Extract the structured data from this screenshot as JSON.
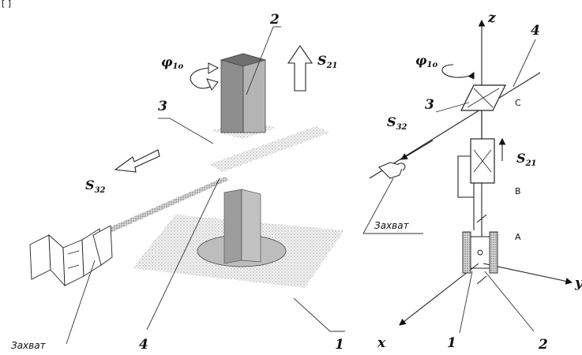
{
  "left_view": {
    "labels": {
      "one": "1",
      "two": "2",
      "three": "3",
      "four": "4",
      "phi": "φ",
      "phi_sub": "1о",
      "s21": "S",
      "s21_sub": "21",
      "s32": "S",
      "s32_sub": "32",
      "gripper": "Захват"
    }
  },
  "right_view": {
    "labels": {
      "axis_z": "z",
      "axis_x": "x",
      "axis_y": "у",
      "phi": "φ",
      "phi_sub": "1о",
      "s21": "S",
      "s21_sub": "21",
      "s32": "S",
      "s32_sub": "32",
      "point_a": "A",
      "point_b": "B",
      "point_c": "C",
      "one": "1",
      "two": "2",
      "three": "3",
      "four": "4",
      "gripper": "Захват"
    }
  },
  "corner_mark": "[ ]"
}
